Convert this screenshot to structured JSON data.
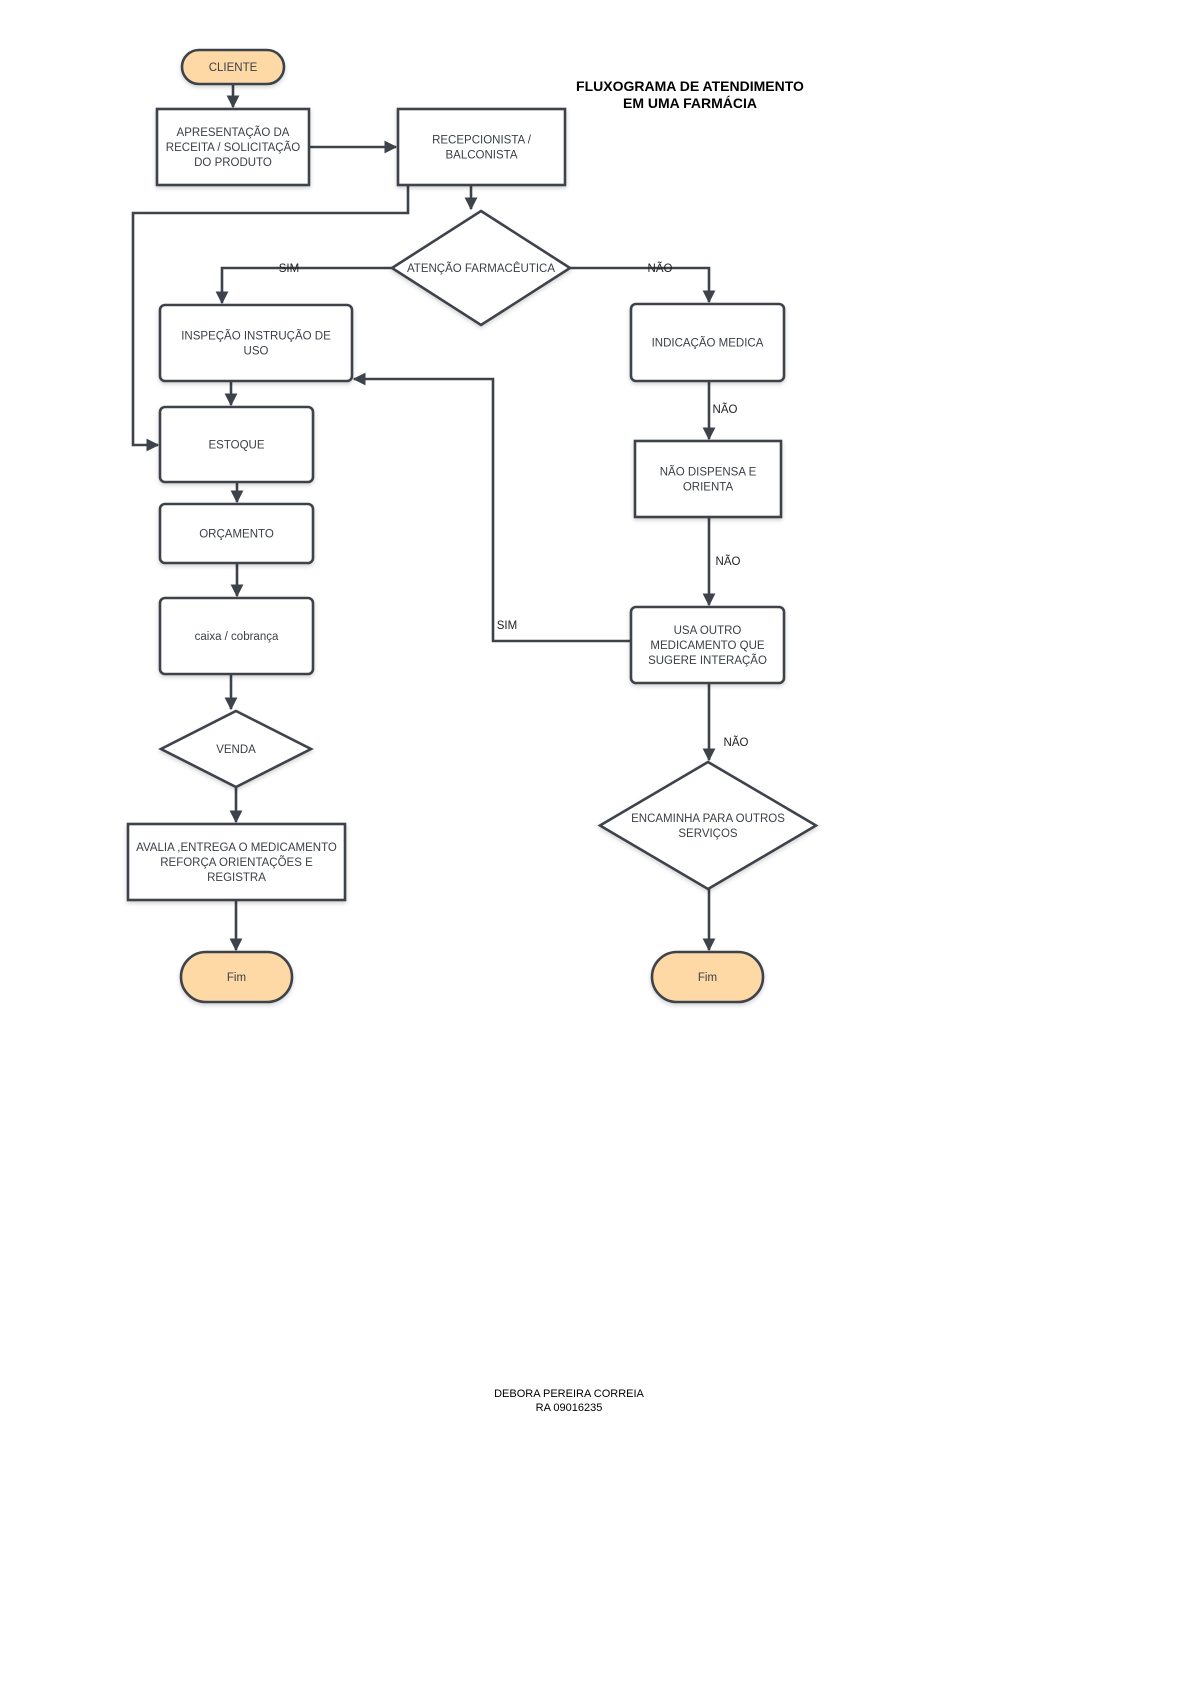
{
  "title": {
    "lines": [
      "FLUXOGRAMA DE ATENDIMENTO",
      "EM UMA FARMÁCIA"
    ]
  },
  "author": {
    "lines": [
      "DEBORA PEREIRA CORREIA",
      "RA 09016235"
    ]
  },
  "colors": {
    "stroke": "#3d434b",
    "terminal_fill": "#fed9a6",
    "node_fill": "#ffffff",
    "text": "#3a3f47"
  },
  "nodes": {
    "cliente": {
      "shape": "terminal",
      "lines": [
        "CLIENTE"
      ]
    },
    "apresentacao": {
      "shape": "process",
      "lines": [
        "APRESENTAÇÃO DA",
        "RECEITA  / SOLICITAÇÃO",
        "DO PRODUTO"
      ]
    },
    "recepcionista": {
      "shape": "process",
      "lines": [
        "RECEPCIONISTA /",
        "BALCONISTA"
      ]
    },
    "atencao": {
      "shape": "decision",
      "lines": [
        "ATENÇÃO FARMACÊUTICA"
      ]
    },
    "inspecao": {
      "shape": "rounded",
      "lines": [
        "INSPEÇÃO  INSTRUÇÃO DE",
        "USO"
      ]
    },
    "estoque": {
      "shape": "rounded",
      "lines": [
        "ESTOQUE"
      ]
    },
    "orcamento": {
      "shape": "rounded",
      "lines": [
        "ORÇAMENTO"
      ]
    },
    "caixa": {
      "shape": "rounded",
      "lines": [
        "caixa / cobrança"
      ]
    },
    "venda": {
      "shape": "decision",
      "lines": [
        "VENDA"
      ]
    },
    "avalia": {
      "shape": "process",
      "lines": [
        "AVALIA ,ENTREGA O MEDICAMENTO",
        "REFORÇA ORIENTAÇÕES E",
        "REGISTRA"
      ]
    },
    "fim_esq": {
      "shape": "terminal",
      "lines": [
        "Fim"
      ]
    },
    "indicacao": {
      "shape": "rounded",
      "lines": [
        "INDICAÇÃO MEDICA"
      ]
    },
    "nao_dispensa": {
      "shape": "process",
      "lines": [
        "NÃO DISPENSA E",
        "ORIENTA"
      ]
    },
    "usa_outro": {
      "shape": "rounded",
      "lines": [
        "USA OUTRO",
        "MEDICAMENTO QUE",
        "SUGERE INTERAÇÃO"
      ]
    },
    "encaminha": {
      "shape": "decision",
      "lines": [
        "ENCAMINHA PARA OUTROS",
        "SERVIÇOS"
      ]
    },
    "fim_dir": {
      "shape": "terminal",
      "lines": [
        "Fim"
      ]
    }
  },
  "edges": [
    {
      "from": "cliente",
      "to": "apresentacao",
      "label": ""
    },
    {
      "from": "apresentacao",
      "to": "recepcionista",
      "label": ""
    },
    {
      "from": "recepcionista",
      "to": "atencao",
      "label": ""
    },
    {
      "from": "recepcionista",
      "to": "estoque",
      "label": ""
    },
    {
      "from": "atencao",
      "to": "inspecao",
      "label": "SIM"
    },
    {
      "from": "atencao",
      "to": "indicacao",
      "label": "NÃO"
    },
    {
      "from": "inspecao",
      "to": "estoque",
      "label": ""
    },
    {
      "from": "estoque",
      "to": "orcamento",
      "label": ""
    },
    {
      "from": "orcamento",
      "to": "caixa",
      "label": ""
    },
    {
      "from": "caixa",
      "to": "venda",
      "label": ""
    },
    {
      "from": "venda",
      "to": "avalia",
      "label": ""
    },
    {
      "from": "avalia",
      "to": "fim_esq",
      "label": ""
    },
    {
      "from": "indicacao",
      "to": "nao_dispensa",
      "label": "NÃO"
    },
    {
      "from": "nao_dispensa",
      "to": "usa_outro",
      "label": "NÃO"
    },
    {
      "from": "usa_outro",
      "to": "inspecao",
      "label": "SIM"
    },
    {
      "from": "usa_outro",
      "to": "encaminha",
      "label": "NÃO"
    },
    {
      "from": "encaminha",
      "to": "fim_dir",
      "label": ""
    }
  ]
}
